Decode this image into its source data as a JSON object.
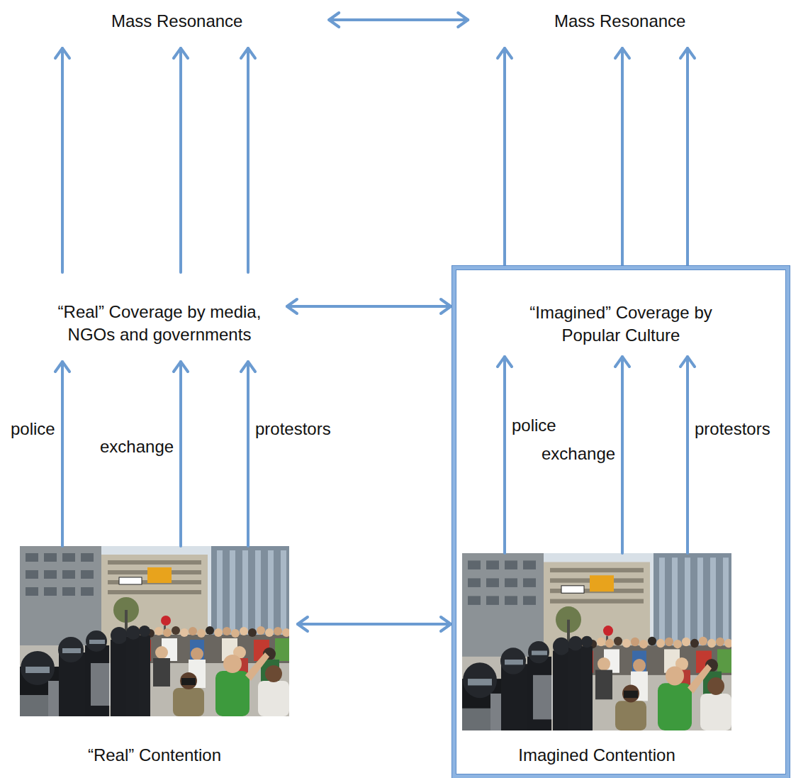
{
  "diagram": {
    "nodes": [
      {
        "text": [
          "Mass Resonance"
        ]
      },
      {
        "text": [
          "Mass Resonance"
        ]
      },
      {
        "text": [
          "“Real” Coverage by media, NGOs and governments"
        ]
      },
      {
        "text": [
          "“Imagined” Coverage by Popular Culture"
        ]
      },
      {
        "text": [
          "“Real” Contention"
        ]
      },
      {
        "text": [
          "Imagined Contention"
        ],
        "in": 3
      }
    ],
    "edges": [
      {
        "from": 0,
        "to": 1,
        "arrow": "both"
      },
      {
        "from": 2,
        "to": 3,
        "arrow": "both"
      },
      {
        "from": 4,
        "to": 5,
        "arrow": "both"
      },
      {
        "from": 4,
        "to": 2,
        "arrow": "to",
        "label": "police"
      },
      {
        "from": 4,
        "to": 2,
        "arrow": "to",
        "label": "exchange"
      },
      {
        "from": 4,
        "to": 2,
        "arrow": "to",
        "label": "protestors"
      },
      {
        "from": 5,
        "to": 3,
        "arrow": "to",
        "label": "police"
      },
      {
        "from": 5,
        "to": 3,
        "arrow": "to",
        "label": "exchange"
      },
      {
        "from": 5,
        "to": 3,
        "arrow": "to",
        "label": "protestors"
      },
      {
        "from": 2,
        "to": 0,
        "arrow": "to"
      },
      {
        "from": 2,
        "to": 0,
        "arrow": "to"
      },
      {
        "from": 2,
        "to": 0,
        "arrow": "to"
      },
      {
        "from": 3,
        "to": 1,
        "arrow": "to"
      },
      {
        "from": 3,
        "to": 1,
        "arrow": "to"
      },
      {
        "from": 3,
        "to": 1,
        "arrow": "to"
      }
    ]
  }
}
